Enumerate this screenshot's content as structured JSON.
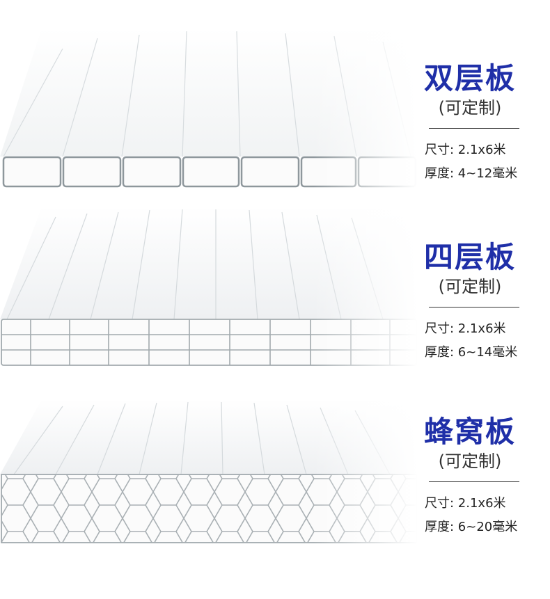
{
  "products": [
    {
      "title": "双层板",
      "subtitle": "(可定制)",
      "size": "尺寸: 2.1x6米",
      "thickness": "厚度: 4~12毫米"
    },
    {
      "title": "四层板",
      "subtitle": "(可定制)",
      "size": "尺寸: 2.1x6米",
      "thickness": "厚度: 6~14毫米"
    },
    {
      "title": "蜂窝板",
      "subtitle": "(可定制)",
      "size": "尺寸: 2.1x6米",
      "thickness": "厚度: 6~20毫米"
    }
  ],
  "colors": {
    "accent": "#1f2fa8",
    "text": "#222222",
    "sheet_edge": "#9aa3a8"
  }
}
